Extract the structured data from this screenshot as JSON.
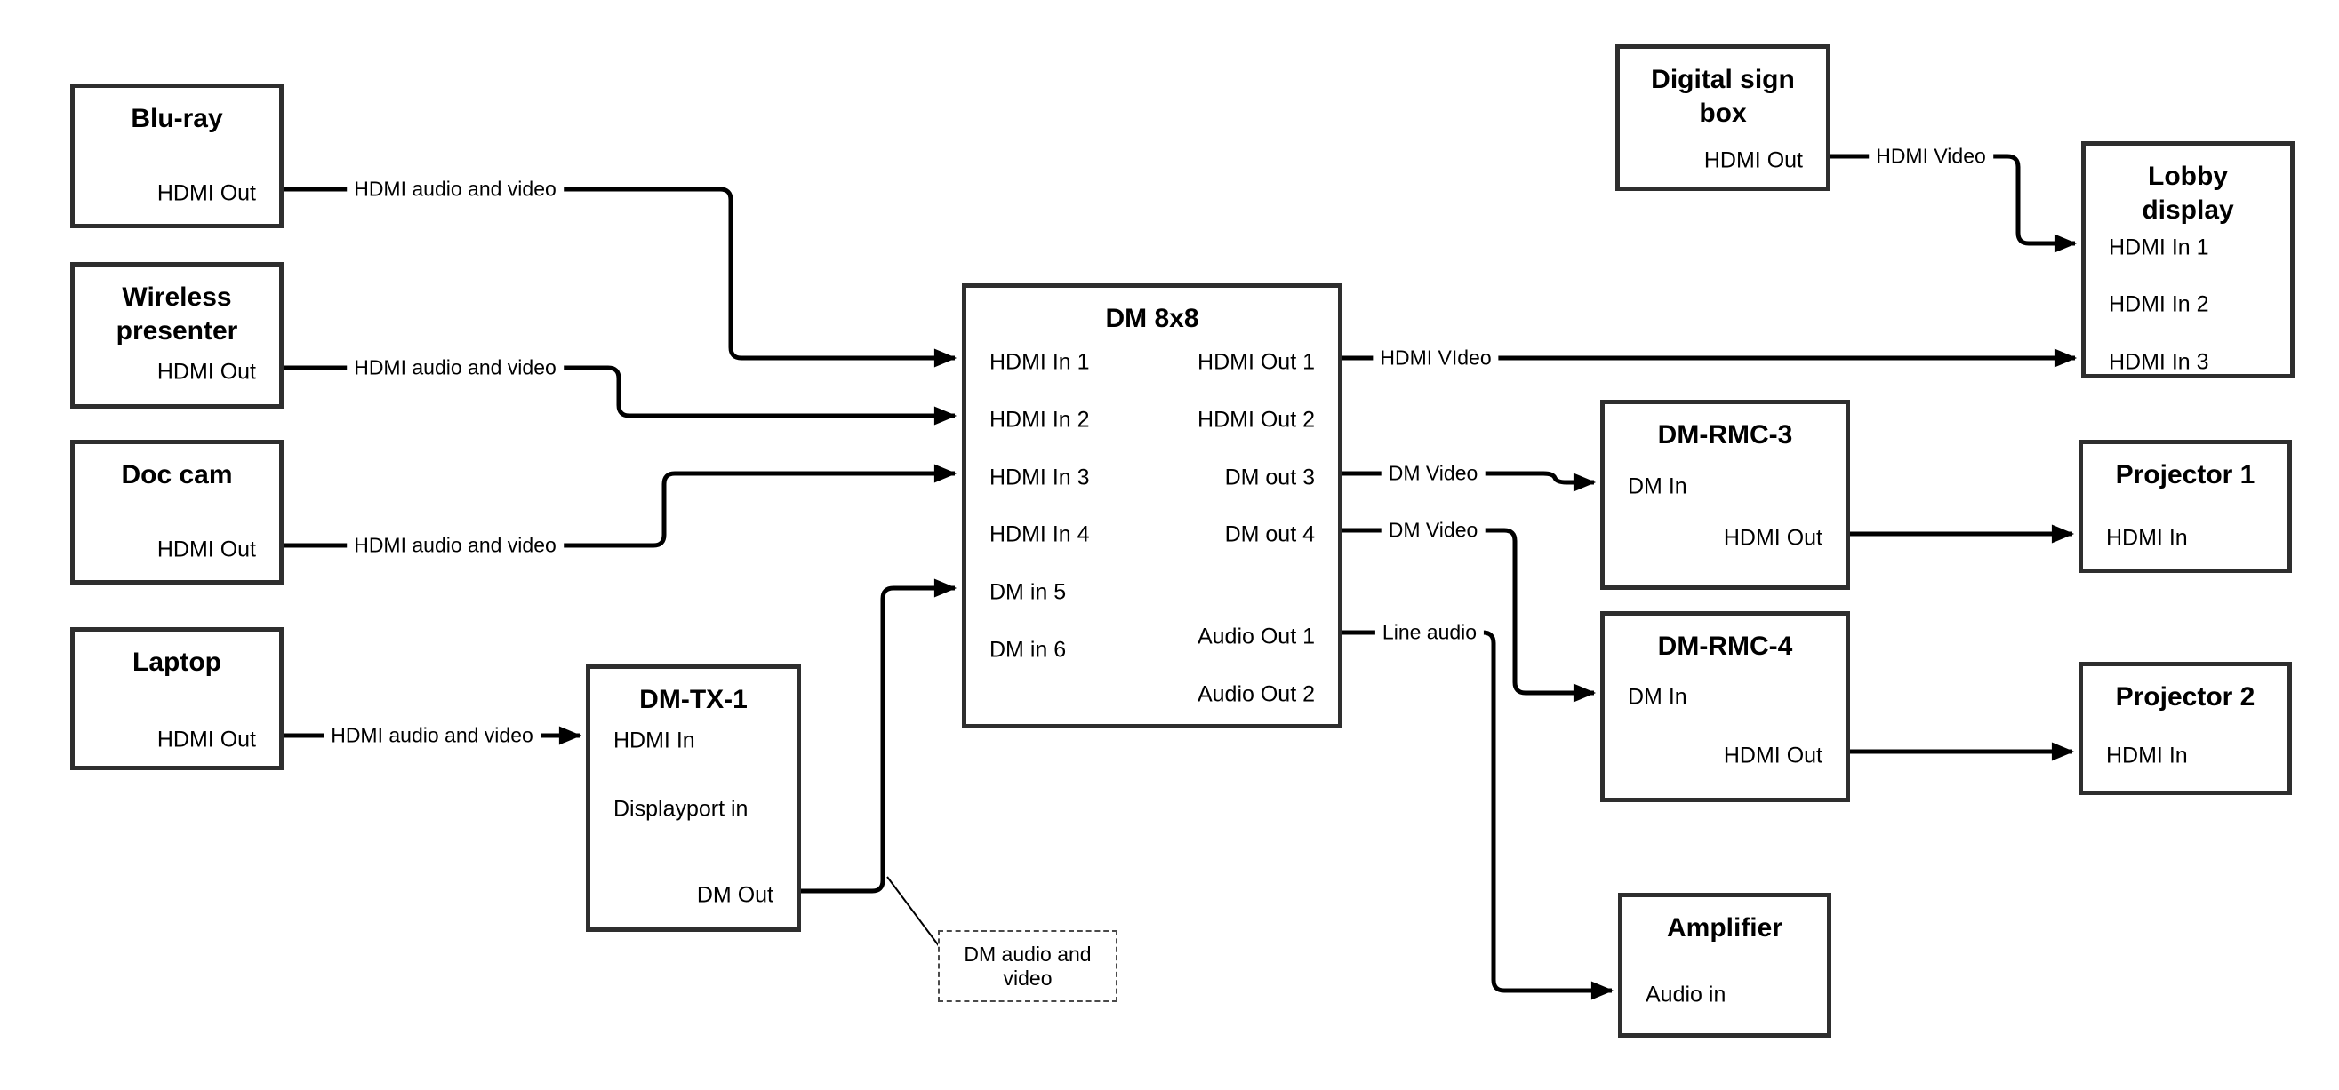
{
  "nodes": {
    "bluray": {
      "title": [
        "Blu-ray"
      ],
      "ports": [
        "HDMI Out"
      ]
    },
    "wireless": {
      "title": [
        "Wireless",
        "presenter"
      ],
      "ports": [
        "HDMI Out"
      ]
    },
    "doccam": {
      "title": [
        "Doc cam"
      ],
      "ports": [
        "HDMI Out"
      ]
    },
    "laptop": {
      "title": [
        "Laptop"
      ],
      "ports": [
        "HDMI Out"
      ]
    },
    "dmtx1": {
      "title": [
        "DM-TX-1"
      ],
      "ports": [
        "HDMI In",
        "Displayport in",
        "DM Out"
      ]
    },
    "dm8x8": {
      "title": [
        "DM 8x8"
      ],
      "left_ports": [
        "HDMI In 1",
        "HDMI In 2",
        "HDMI In 3",
        "HDMI In 4",
        "DM in 5",
        "DM in 6"
      ],
      "right_ports": [
        "HDMI Out 1",
        "HDMI Out 2",
        "DM out 3",
        "DM out 4",
        "Audio Out 1",
        "Audio Out 2"
      ]
    },
    "digitalsign": {
      "title": [
        "Digital sign",
        "box"
      ],
      "ports": [
        "HDMI Out"
      ]
    },
    "lobby": {
      "title": [
        "Lobby",
        "display"
      ],
      "ports": [
        "HDMI In 1",
        "HDMI In 2",
        "HDMI In 3"
      ]
    },
    "dmrmc3": {
      "title": [
        "DM-RMC-3"
      ],
      "ports": [
        "DM In",
        "HDMI Out"
      ]
    },
    "projector1": {
      "title": [
        "Projector 1"
      ],
      "ports": [
        "HDMI In"
      ]
    },
    "dmrmc4": {
      "title": [
        "DM-RMC-4"
      ],
      "ports": [
        "DM In",
        "HDMI Out"
      ]
    },
    "projector2": {
      "title": [
        "Projector 2"
      ],
      "ports": [
        "HDMI In"
      ]
    },
    "amplifier": {
      "title": [
        "Amplifier"
      ],
      "ports": [
        "Audio in"
      ]
    }
  },
  "wire_labels": {
    "bluray_to_dm": "HDMI audio and video",
    "wireless_to_dm": "HDMI audio and video",
    "doccam_to_dm": "HDMI audio and video",
    "laptop_to_dmtx": "HDMI audio and video",
    "hdmi_out1": "HDMI VIdeo",
    "dm_out3": "DM Video",
    "dm_out4": "DM Video",
    "audio_out1": "Line audio",
    "digitalsign_to_lobby": "HDMI Video"
  },
  "callout": {
    "text": [
      "DM audio and",
      "video"
    ]
  },
  "colors": {
    "wire": "#000000",
    "box_border": "#2e2e2e",
    "background": "#ffffff"
  }
}
